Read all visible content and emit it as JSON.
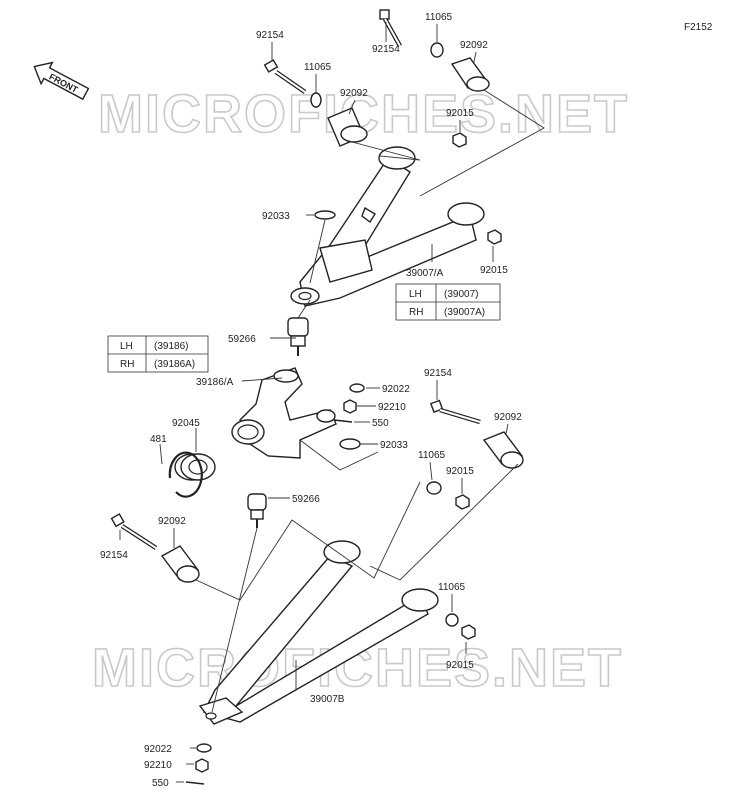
{
  "figure_code": "F2152",
  "front_label": "FRONT",
  "watermark": "MICROFICHES.NET",
  "upper_arm_table": [
    {
      "side": "LH",
      "code": "(39007)"
    },
    {
      "side": "RH",
      "code": "(39007A)"
    }
  ],
  "knuckle_table": [
    {
      "side": "LH",
      "code": "(39186)"
    },
    {
      "side": "RH",
      "code": "(39186A)"
    }
  ],
  "labels": {
    "l92154_a": "92154",
    "l11065_a": "11065",
    "l92154_b": "92154",
    "l11065_b": "11065",
    "l92092_a": "92092",
    "l92092_b": "92092",
    "l92015_a": "92015",
    "l92033_a": "92033",
    "l39007A": "39007/A",
    "l92015_b": "92015",
    "l59266_a": "59266",
    "l39186A": "39186/A",
    "l92022_a": "92022",
    "l92210_a": "92210",
    "l550_a": "550",
    "l92154_c": "92154",
    "l92092_c": "92092",
    "l92045": "92045",
    "l481": "481",
    "l92033_b": "92033",
    "l11065_c": "11065",
    "l92015_c": "92015",
    "l59266_b": "59266",
    "l92092_d": "92092",
    "l92154_d": "92154",
    "l11065_d": "11065",
    "l92015_d": "92015",
    "l39007B": "39007B",
    "l92022_b": "92022",
    "l92210_b": "92210",
    "l550_b": "550"
  }
}
